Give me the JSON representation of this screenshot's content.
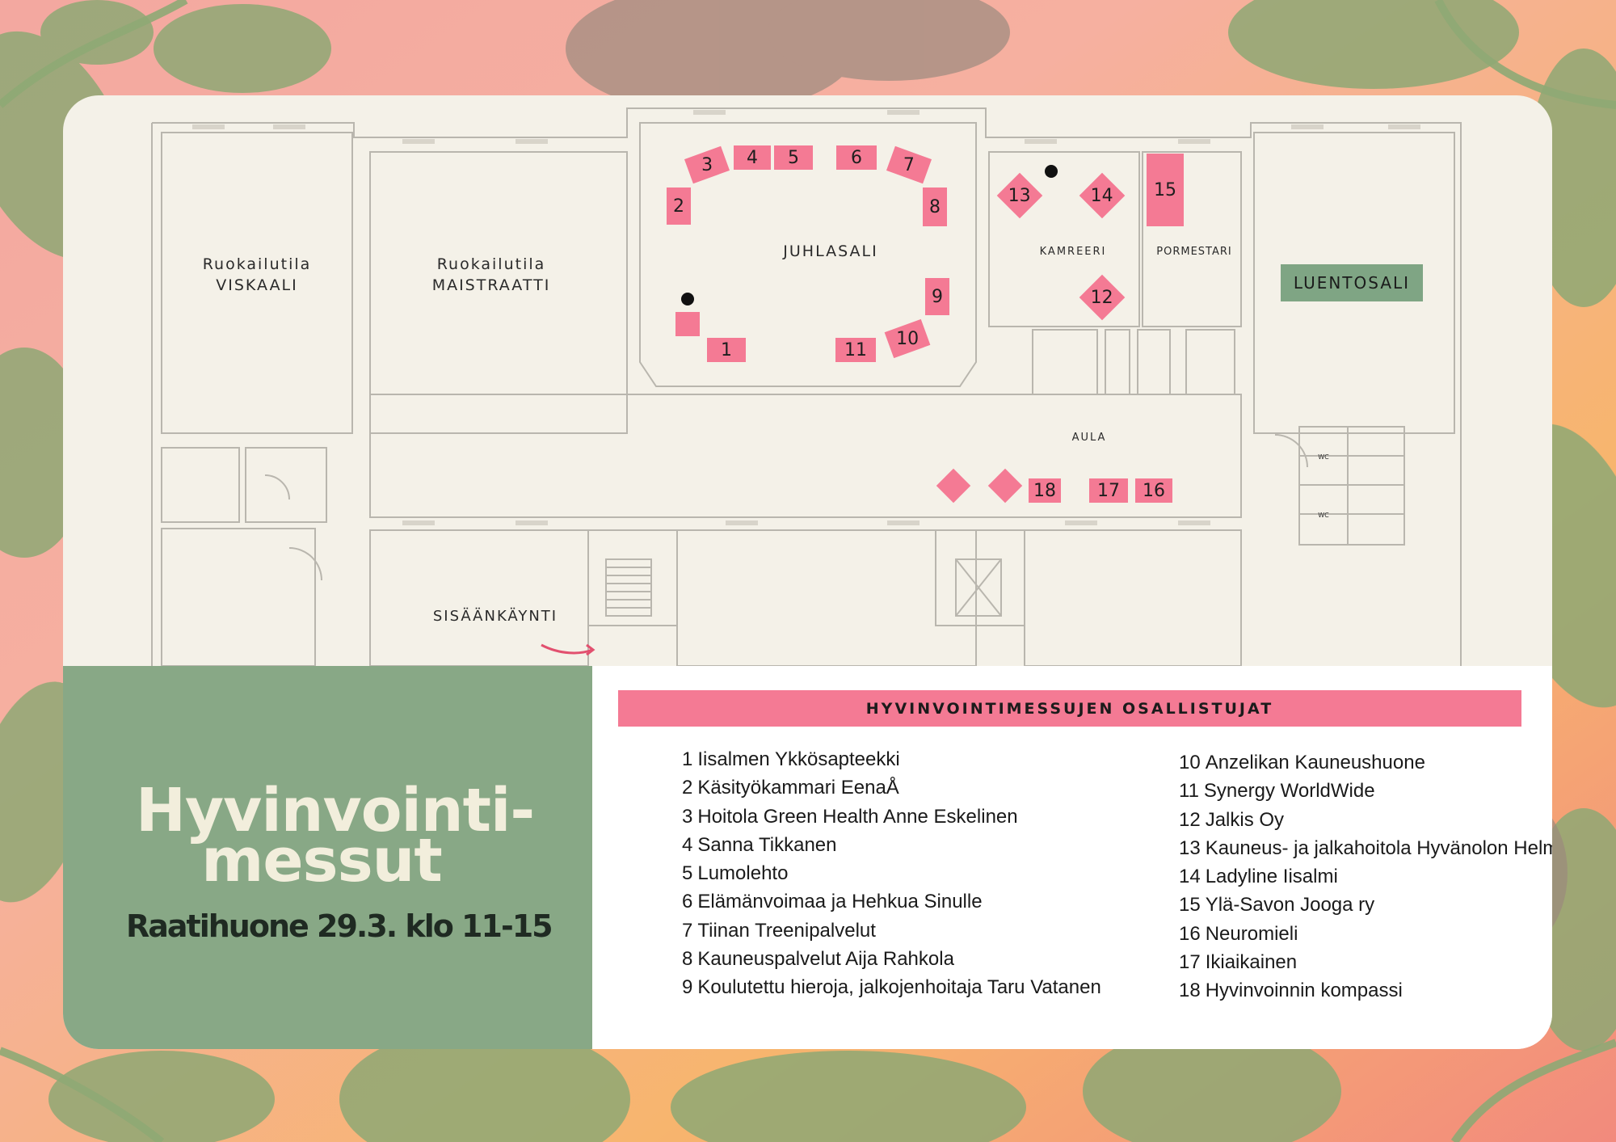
{
  "colors": {
    "stall_pink": "#f47a94",
    "panel_green": "#88a886",
    "lecture_green": "#7fa584",
    "card_cream": "#f4f1e8",
    "title_cream": "#f2eedc"
  },
  "floor_plan": {
    "rooms": {
      "viskaali_line1": "Ruokailutila",
      "viskaali_line2": "VISKAALI",
      "maistraatti_line1": "Ruokailutila",
      "maistraatti_line2": "MAISTRAATTI",
      "juhlasali": "JUHLASALI",
      "kamreeri": "KAMREERI",
      "pormestari": "PORMESTARI",
      "luentosali": "LUENTOSALI",
      "aula": "AULA",
      "sisaankaynti": "SISÄÄNKÄYNTI",
      "wc_1": "WC",
      "wc_2": "WC"
    },
    "stall_numbers": [
      "1",
      "2",
      "3",
      "4",
      "5",
      "6",
      "7",
      "8",
      "9",
      "10",
      "11",
      "12",
      "13",
      "14",
      "15",
      "16",
      "17",
      "18"
    ]
  },
  "event": {
    "title_line1": "Hyvinvointi-",
    "title_line2": "messut",
    "subtitle": "Raatihuone 29.3. klo 11-15"
  },
  "participants": {
    "header": "HYVINVOINTIMESSUJEN OSALLISTUJAT",
    "items": [
      {
        "num": "1",
        "name": "Iisalmen Ykkösapteekki"
      },
      {
        "num": "2",
        "name": "Käsityökammari EenaÅ"
      },
      {
        "num": "3",
        "name": "Hoitola Green Health Anne Eskelinen"
      },
      {
        "num": "4",
        "name": "Sanna Tikkanen"
      },
      {
        "num": "5",
        "name": "Lumolehto"
      },
      {
        "num": "6",
        "name": "Elämänvoimaa ja Hehkua Sinulle"
      },
      {
        "num": "7",
        "name": "Tiinan Treenipalvelut"
      },
      {
        "num": "8",
        "name": "Kauneuspalvelut Aija Rahkola"
      },
      {
        "num": "9",
        "name": "Koulutettu hieroja, jalkojenhoitaja Taru Vatanen"
      },
      {
        "num": "10",
        "name": "Anzelikan Kauneushuone"
      },
      {
        "num": "11",
        "name": "Synergy WorldWide"
      },
      {
        "num": "12",
        "name": "Jalkis Oy"
      },
      {
        "num": "13",
        "name": "Kauneus- ja jalkahoitola Hyvänolon Helmi"
      },
      {
        "num": "14",
        "name": "Ladyline Iisalmi"
      },
      {
        "num": "15",
        "name": "Ylä-Savon Jooga ry"
      },
      {
        "num": "16",
        "name": "Neuromieli"
      },
      {
        "num": "17",
        "name": "Ikiaikainen"
      },
      {
        "num": "18",
        "name": "Hyvinvoinnin kompassi"
      }
    ]
  }
}
